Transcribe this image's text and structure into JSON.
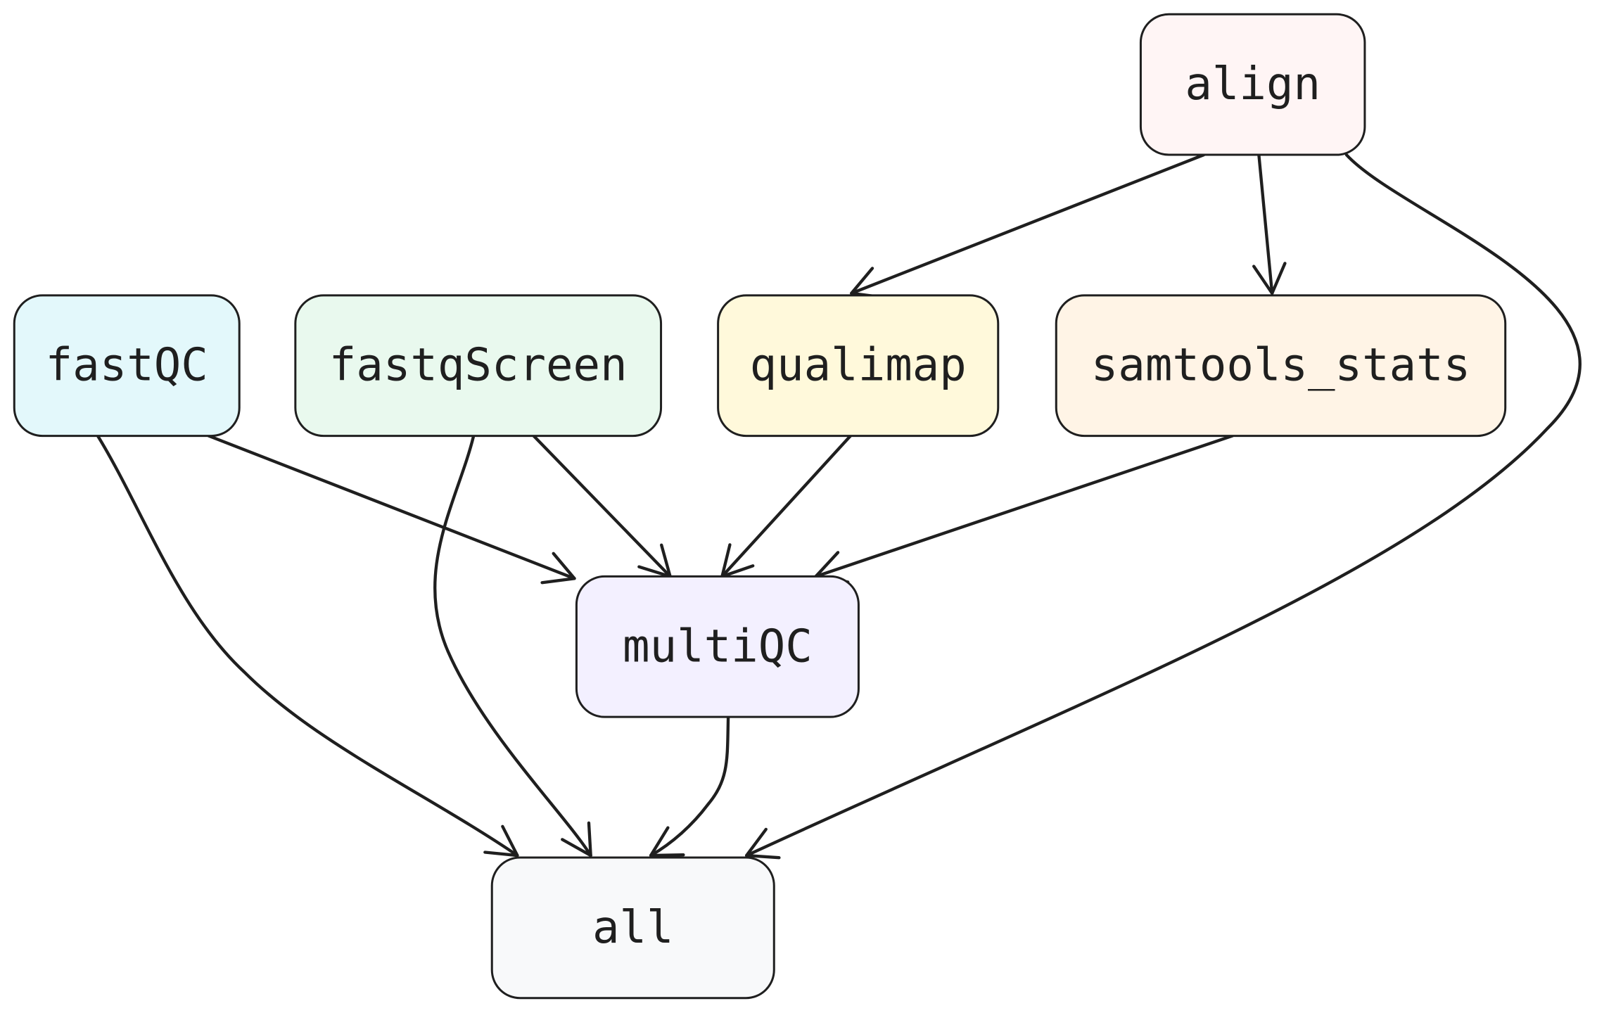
{
  "diagram": {
    "nodes": [
      {
        "id": "align",
        "label": "align",
        "fill": "#fff5f5"
      },
      {
        "id": "fastQC",
        "label": "fastQC",
        "fill": "#e3f8fb"
      },
      {
        "id": "fastqScreen",
        "label": "fastqScreen",
        "fill": "#e9f9ee"
      },
      {
        "id": "qualimap",
        "label": "qualimap",
        "fill": "#fff9db"
      },
      {
        "id": "samtools_stats",
        "label": "samtools_stats",
        "fill": "#fff4e6"
      },
      {
        "id": "multiQC",
        "label": "multiQC",
        "fill": "#f3f0ff"
      },
      {
        "id": "all",
        "label": "all",
        "fill": "#f8f9fa"
      }
    ],
    "edges": [
      {
        "from": "align",
        "to": "qualimap"
      },
      {
        "from": "align",
        "to": "samtools_stats"
      },
      {
        "from": "align",
        "to": "all"
      },
      {
        "from": "fastQC",
        "to": "multiQC"
      },
      {
        "from": "fastQC",
        "to": "all"
      },
      {
        "from": "fastqScreen",
        "to": "multiQC"
      },
      {
        "from": "fastqScreen",
        "to": "all"
      },
      {
        "from": "qualimap",
        "to": "multiQC"
      },
      {
        "from": "samtools_stats",
        "to": "multiQC"
      },
      {
        "from": "multiQC",
        "to": "all"
      }
    ]
  }
}
